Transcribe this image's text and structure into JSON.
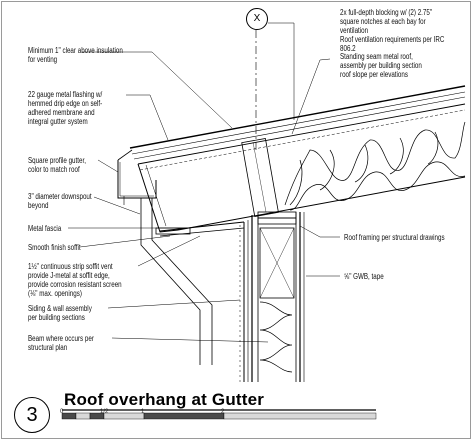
{
  "grid_tag": "X",
  "detail_number": "3",
  "title": "Roof overhang at Gutter",
  "scale_bar": {
    "labels": [
      "0",
      "1/2",
      "1",
      "2"
    ],
    "colors": {
      "dark": "#4a4a4a",
      "light": "#d9d9d9"
    }
  },
  "labels_left": [
    "Minimum 1\" clear above insulation\nfor venting",
    "22 gauge metal flashing w/\nhemmed drip edge on self-\nadhered membrane and\nintegral gutter system",
    "Square profile gutter,\ncolor to match roof",
    "3\" diameter downspout\nbeyond",
    "Metal fascia",
    "Smooth finish soffit",
    "1½\" continuous strip soffit vent\nprovide J-metal at soffit edge,\nprovide corrosion resistant screen\n(⅛\" max. openings)",
    "Siding & wall assembly\nper building sections",
    "Beam where occurs per\nstructural plan"
  ],
  "labels_right": [
    "2x full-depth blocking w/ (2) 2.75\"\nsquare notches at each bay for ventilation\nRoof ventilation requirements per IRC 806.2",
    "Standing seam metal roof,\nassembly per building section\nroof slope per elevations",
    "Roof framing per structural drawings",
    "⅝\" GWB, tape"
  ]
}
